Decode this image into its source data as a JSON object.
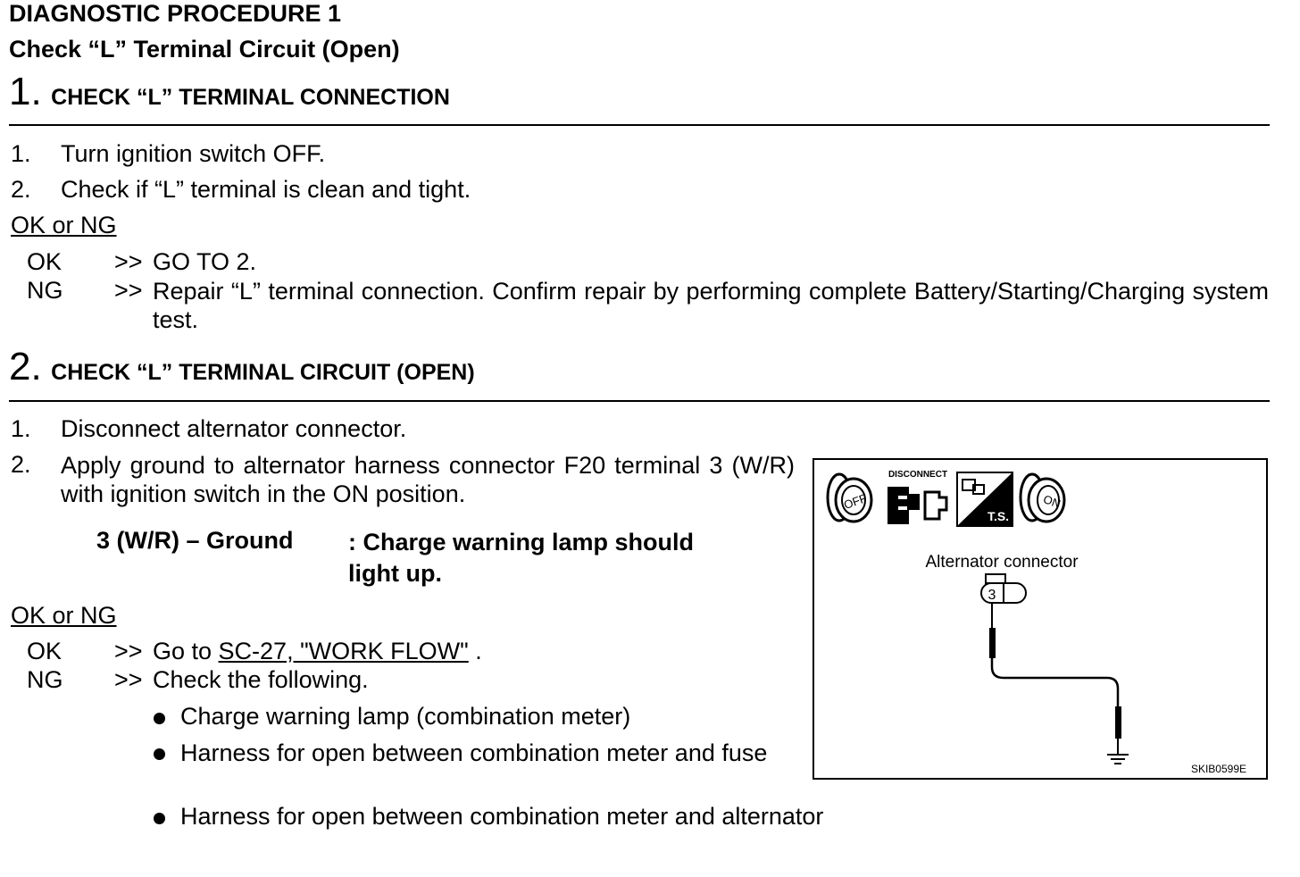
{
  "header": {
    "title": "DIAGNOSTIC PROCEDURE 1",
    "subtitle": "Check “L” Terminal Circuit (Open)"
  },
  "step1": {
    "number": "1.",
    "heading": "CHECK “L” TERMINAL CONNECTION",
    "items": [
      {
        "num": "1.",
        "text": "Turn ignition switch OFF."
      },
      {
        "num": "2.",
        "text": "Check if “L” terminal is clean and tight."
      }
    ],
    "result_label": "OK or NG",
    "ok": {
      "label": "OK",
      "arrow": ">>",
      "text": "GO TO 2."
    },
    "ng": {
      "label": "NG",
      "arrow": ">>",
      "text": "Repair “L” terminal connection. Confirm repair by performing complete Battery/Starting/Charging system test."
    }
  },
  "step2": {
    "number": "2.",
    "heading": "CHECK “L” TERMINAL CIRCUIT (OPEN)",
    "items": [
      {
        "num": "1.",
        "text": "Disconnect alternator connector."
      },
      {
        "num": "2.",
        "text": "Apply ground to alternator harness connector F20 terminal 3 (W/R) with ignition switch in the ON position."
      }
    ],
    "spec": {
      "label": "3 (W/R) – Ground",
      "value": ": Charge warning lamp should light up."
    },
    "result_label": "OK or NG",
    "ok": {
      "label": "OK",
      "arrow": ">>",
      "prefix": "Go to ",
      "link": "SC-27, \"WORK FLOW\"",
      "suffix": " ."
    },
    "ng": {
      "label": "NG",
      "arrow": ">>",
      "text": "Check the following."
    },
    "bullets": [
      "Charge warning lamp (combination meter)",
      "Harness for open between combination meter and fuse",
      "Harness for open between combination meter and alternator"
    ]
  },
  "figure": {
    "icon_off": "OFF",
    "icon_disconnect": "DISCONNECT",
    "icon_ts": "T.S.",
    "icon_on": "ON",
    "connector_label": "Alternator connector",
    "terminal": "3",
    "code": "SKIB0599E",
    "icons": [
      "ignition-off-icon",
      "disconnect-icon",
      "test-scope-icon",
      "ignition-on-icon",
      "ground-icon"
    ]
  }
}
